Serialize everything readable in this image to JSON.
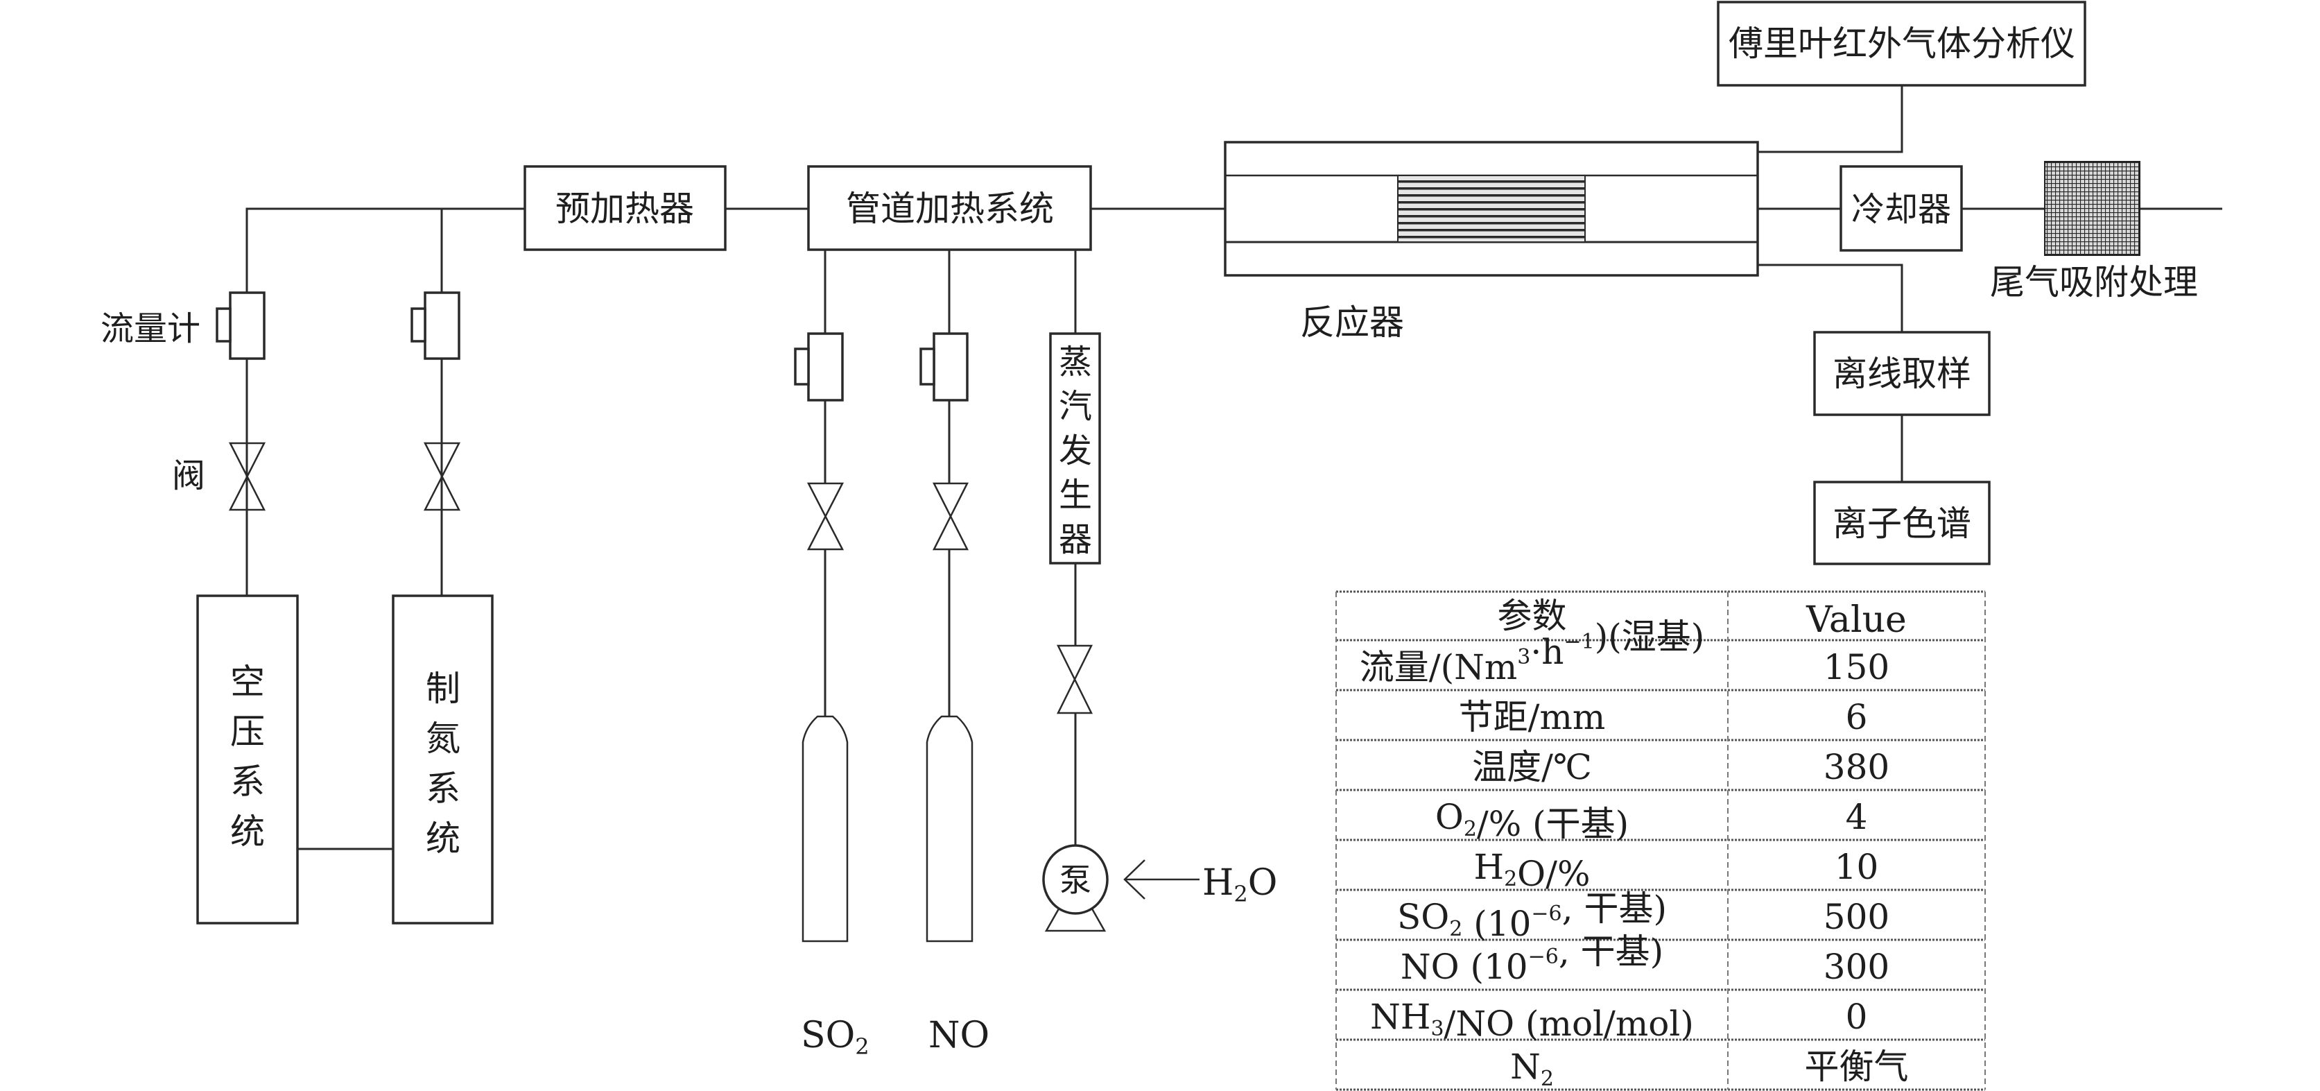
{
  "diagram": {
    "title": "SCR flue gas experimental system",
    "components": {
      "preheater": "预加热器",
      "pipe_heating": "管道加热系统",
      "reactor": "反应器",
      "ftir": "傅里叶红外气体分析仪",
      "cooler": "冷却器",
      "tail_gas": "尾气吸附处理",
      "offline_sampling": "离线取样",
      "ion_chromatography": "离子色谱",
      "air_compressor": [
        "空",
        "压",
        "系",
        "统"
      ],
      "nitrogen_generator": [
        "制",
        "氮",
        "系",
        "统"
      ],
      "steam_generator": [
        "蒸",
        "汽",
        "发",
        "生",
        "器"
      ],
      "pump": "泵"
    },
    "labels": {
      "flowmeter": "流量计",
      "valve": "阀",
      "h2o": {
        "main": "H",
        "sub": "2",
        "tail": "O"
      },
      "so2": {
        "main": "SO",
        "sub": "2"
      },
      "no": "NO"
    },
    "colors": {
      "line": "#2a2a2a",
      "absorber_fill": "#3a3a3a",
      "catalyst_stripe": "#2a2a2a"
    }
  },
  "table": {
    "headers": [
      "参数",
      "Value"
    ],
    "rows": [
      {
        "param": {
          "pre": "流量/(Nm",
          "sup1": "3",
          "mid": "·h",
          "sup2": "−1",
          "post": ")(湿基)"
        },
        "value": "150"
      },
      {
        "param": {
          "pre": "节距/mm"
        },
        "value": "6"
      },
      {
        "param": {
          "pre": "温度/℃"
        },
        "value": "380"
      },
      {
        "param": {
          "pre": "O",
          "sub": "2",
          "post": "/% (干基)"
        },
        "value": "4"
      },
      {
        "param": {
          "pre": "H",
          "sub": "2",
          "post": "O/%"
        },
        "value": "10"
      },
      {
        "param": {
          "pre": "SO",
          "sub": "2",
          "post": " (10",
          "sup1": "−6",
          "post2": ", 干基)"
        },
        "value": "500"
      },
      {
        "param": {
          "pre": "NO (10",
          "sup1": "−6",
          "post2": ", 干基)"
        },
        "value": "300"
      },
      {
        "param": {
          "pre": "NH",
          "sub": "3",
          "post": "/NO (mol/mol)"
        },
        "value": "0"
      },
      {
        "param": {
          "pre": "N",
          "sub": "2"
        },
        "value": "平衡气"
      }
    ]
  }
}
